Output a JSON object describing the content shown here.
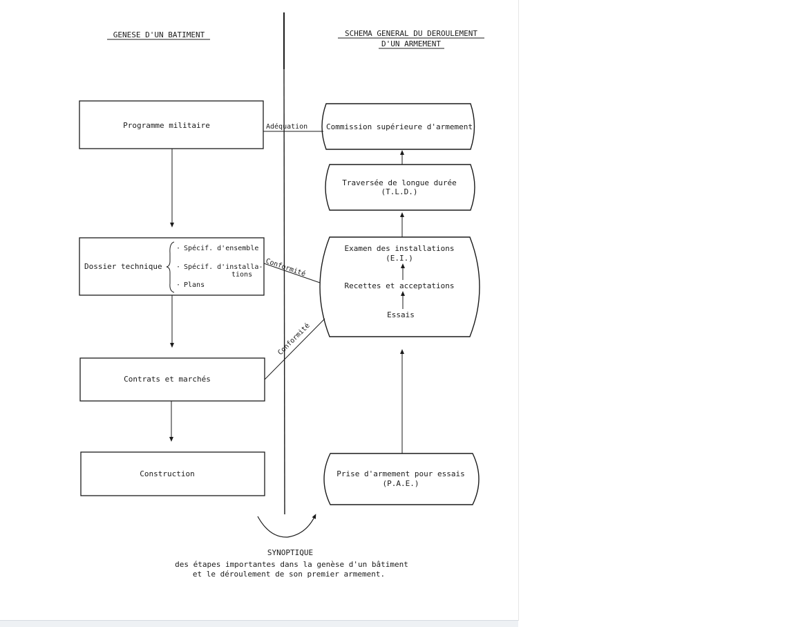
{
  "left_heading": "GENESE D'UN BATIMENT",
  "right_heading": [
    "SCHEMA GENERAL DU DEROULEMENT",
    "D'UN ARMEMENT"
  ],
  "left_boxes": {
    "programme": "Programme militaire",
    "dossier": "Dossier technique",
    "dossier_items": [
      "Spécif. d'ensemble",
      "Spécif. d'installa-",
      "tions",
      "Plans"
    ],
    "contrats": "Contrats et marchés",
    "construction": "Construction"
  },
  "right_boxes": {
    "commission": "Commission supérieure d'armement",
    "tld": [
      "Traversée de longue durée",
      "(T.L.D.)"
    ],
    "ei": [
      "Examen des installations",
      "(E.I.)"
    ],
    "recettes": "Recettes et acceptations",
    "essais": "Essais",
    "pae": [
      "Prise d'armement pour essais",
      "(P.A.E.)"
    ]
  },
  "connectors": {
    "adequation": "Adéquation",
    "conformite_1": "Conformité",
    "conformite_2": "Conformité"
  },
  "caption": {
    "title": "SYNOPTIQUE",
    "line1": "des étapes importantes dans la genèse d'un bâtiment",
    "line2": "et le déroulement de son premier armement."
  }
}
